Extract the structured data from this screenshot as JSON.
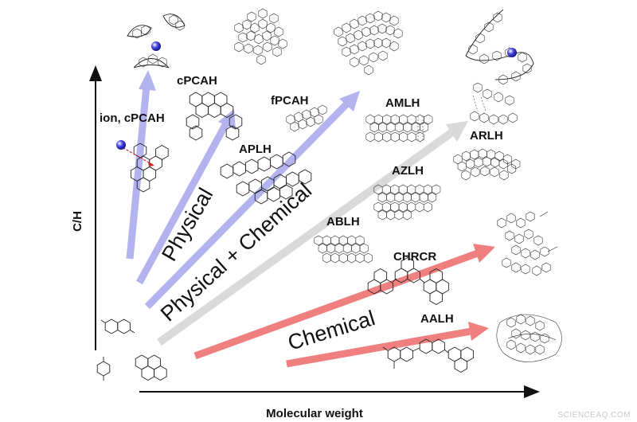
{
  "axes": {
    "x_label": "Molecular weight",
    "y_label": "C/H"
  },
  "labels": {
    "ion_cpcah": "ion, cPCAH",
    "cpcah": "cPCAH",
    "fpcah": "fPCAH",
    "aplh": "APLH",
    "amlh": "AMLH",
    "arlh": "ARLH",
    "azlh": "AZLH",
    "ablh": "ABLH",
    "chrcr": "CHRCR",
    "aalh": "AALH"
  },
  "pathways": {
    "physical": "Physical",
    "physical_chemical": "Physical + Chemical",
    "chemical": "Chemical"
  },
  "colors": {
    "physical_arrow": "#b3b3f0",
    "physical_chemical_arrow": "#d9d9d9",
    "chemical_arrow": "#f08080",
    "ion": "#2b2bd0"
  },
  "watermark": "SCIENCEAQ.COM"
}
